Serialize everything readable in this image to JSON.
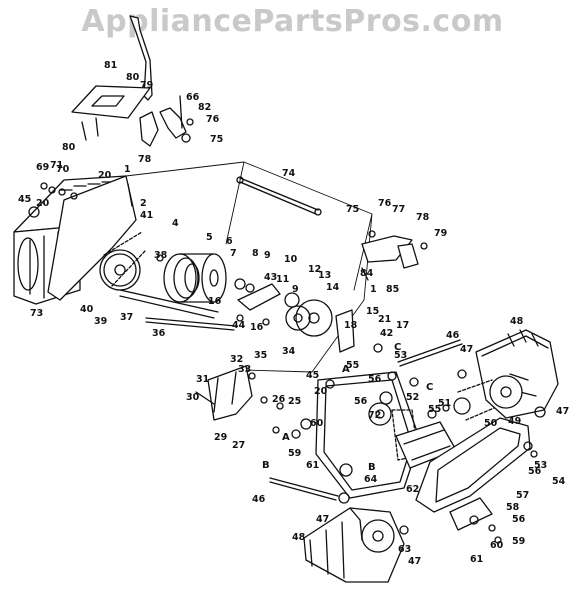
{
  "watermark": "AppliancePartsPros.com",
  "part_numbers": [
    "1",
    "2",
    "4",
    "5",
    "6",
    "7",
    "8",
    "9",
    "10",
    "11",
    "12",
    "13",
    "14",
    "15",
    "16",
    "17",
    "18",
    "20",
    "21",
    "25",
    "26",
    "27",
    "29",
    "30",
    "31",
    "32",
    "33",
    "34",
    "35",
    "36",
    "37",
    "38",
    "39",
    "40",
    "41",
    "42",
    "43",
    "44",
    "45",
    "46",
    "47",
    "48",
    "49",
    "50",
    "51",
    "52",
    "53",
    "54",
    "55",
    "56",
    "57",
    "58",
    "59",
    "60",
    "61",
    "62",
    "63",
    "64",
    "66",
    "69",
    "70",
    "71",
    "72",
    "73",
    "74",
    "75",
    "76",
    "77",
    "78",
    "79",
    "80",
    "81",
    "82",
    "84",
    "85"
  ],
  "reference_letters": [
    "A",
    "B",
    "C"
  ]
}
